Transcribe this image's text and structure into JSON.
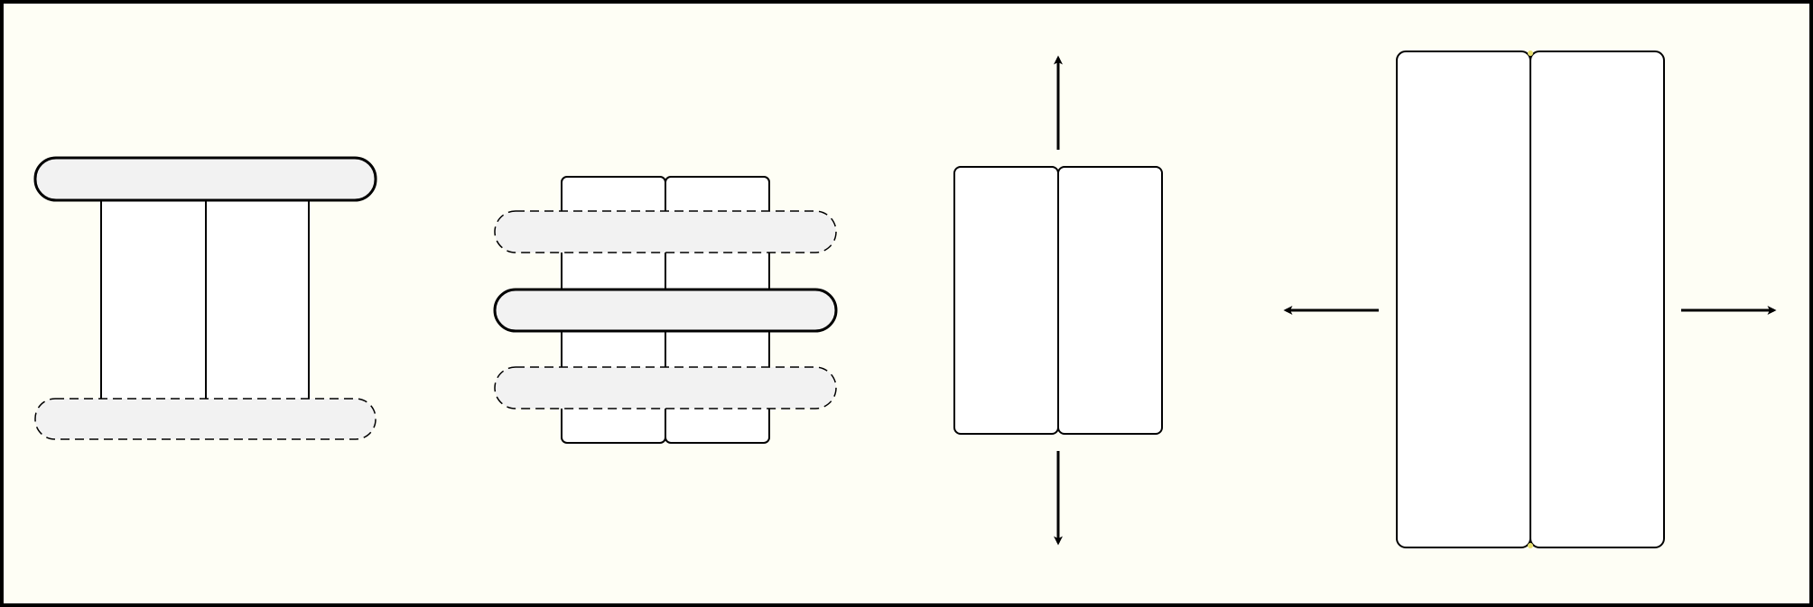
{
  "colors": {
    "background": "#fefef5",
    "frame": "#000000",
    "panel_fill": "#ffffff",
    "bar_fill": "#f2f2f2",
    "stroke": "#000000",
    "seam_highlight": "#e8e070"
  },
  "figures": [
    {
      "name": "stage-1-bar-lifted"
    },
    {
      "name": "stage-2-stacked-bars"
    },
    {
      "name": "stage-3-vertical-expand"
    },
    {
      "name": "stage-4-horizontal-expand"
    }
  ],
  "arrows": [
    {
      "name": "arrow-up",
      "direction": "up"
    },
    {
      "name": "arrow-down",
      "direction": "down"
    },
    {
      "name": "arrow-left",
      "direction": "left"
    },
    {
      "name": "arrow-right",
      "direction": "right"
    }
  ]
}
